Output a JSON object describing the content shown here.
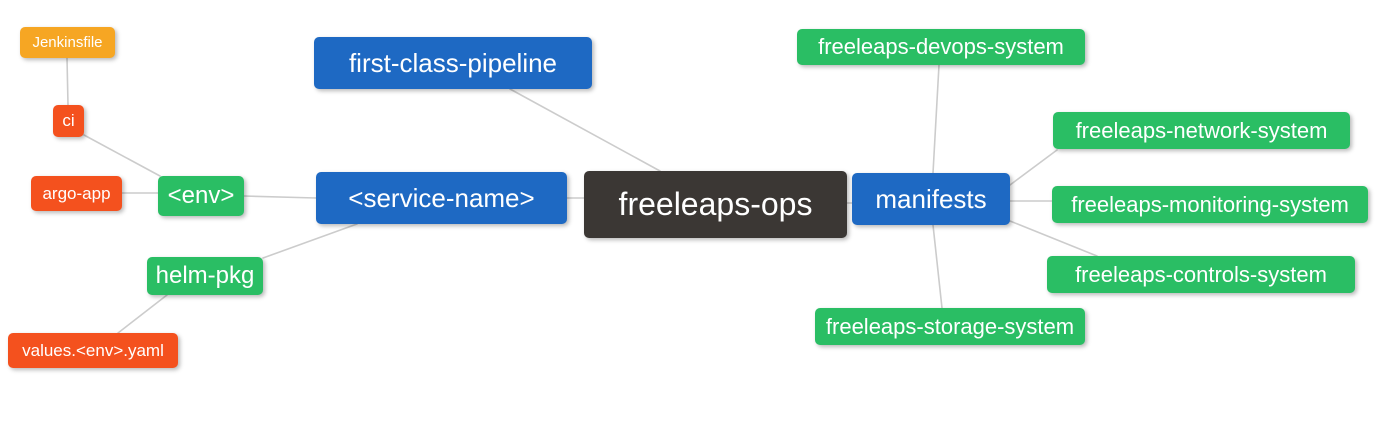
{
  "diagram": {
    "type": "mindmap",
    "root_label": "freeleaps-ops",
    "background_color": "#ffffff",
    "edge_color": "#cccccc"
  },
  "palette": {
    "root_dark": "#3b3734",
    "branch_blue": "#1e69c3",
    "leaf_green": "#2abe64",
    "leaf_red": "#f4511e",
    "leaf_amber": "#f6a623",
    "text": "#ffffff"
  },
  "nodes": [
    {
      "id": "freeleaps-ops",
      "label": "freeleaps-ops",
      "color": "#3b3734"
    },
    {
      "id": "first-class-pipeline",
      "label": "first-class-pipeline",
      "color": "#1e69c3"
    },
    {
      "id": "service-name",
      "label": "<service-name>",
      "color": "#1e69c3"
    },
    {
      "id": "env",
      "label": "<env>",
      "color": "#2abe64"
    },
    {
      "id": "argo-app",
      "label": "argo-app",
      "color": "#f4511e"
    },
    {
      "id": "ci",
      "label": "ci",
      "color": "#f4511e"
    },
    {
      "id": "jenkinsfile",
      "label": "Jenkinsfile",
      "color": "#f6a623"
    },
    {
      "id": "helm-pkg",
      "label": "helm-pkg",
      "color": "#2abe64"
    },
    {
      "id": "values-env-yaml",
      "label": "values.<env>.yaml",
      "color": "#f4511e"
    },
    {
      "id": "manifests",
      "label": "manifests",
      "color": "#1e69c3"
    },
    {
      "id": "freeleaps-devops-system",
      "label": "freeleaps-devops-system",
      "color": "#2abe64"
    },
    {
      "id": "freeleaps-network-system",
      "label": "freeleaps-network-system",
      "color": "#2abe64"
    },
    {
      "id": "freeleaps-monitoring-system",
      "label": "freeleaps-monitoring-system",
      "color": "#2abe64"
    },
    {
      "id": "freeleaps-controls-system",
      "label": "freeleaps-controls-system",
      "color": "#2abe64"
    },
    {
      "id": "freeleaps-storage-system",
      "label": "freeleaps-storage-system",
      "color": "#2abe64"
    }
  ],
  "edges": [
    {
      "from": "jenkinsfile",
      "to": "ci"
    },
    {
      "from": "ci",
      "to": "env"
    },
    {
      "from": "argo-app",
      "to": "env"
    },
    {
      "from": "env",
      "to": "service-name"
    },
    {
      "from": "helm-pkg",
      "to": "service-name"
    },
    {
      "from": "values-env-yaml",
      "to": "helm-pkg"
    },
    {
      "from": "service-name",
      "to": "freeleaps-ops"
    },
    {
      "from": "first-class-pipeline",
      "to": "freeleaps-ops"
    },
    {
      "from": "freeleaps-ops",
      "to": "manifests"
    },
    {
      "from": "manifests",
      "to": "freeleaps-devops-system"
    },
    {
      "from": "manifests",
      "to": "freeleaps-network-system"
    },
    {
      "from": "manifests",
      "to": "freeleaps-monitoring-system"
    },
    {
      "from": "manifests",
      "to": "freeleaps-controls-system"
    },
    {
      "from": "manifests",
      "to": "freeleaps-storage-system"
    }
  ]
}
